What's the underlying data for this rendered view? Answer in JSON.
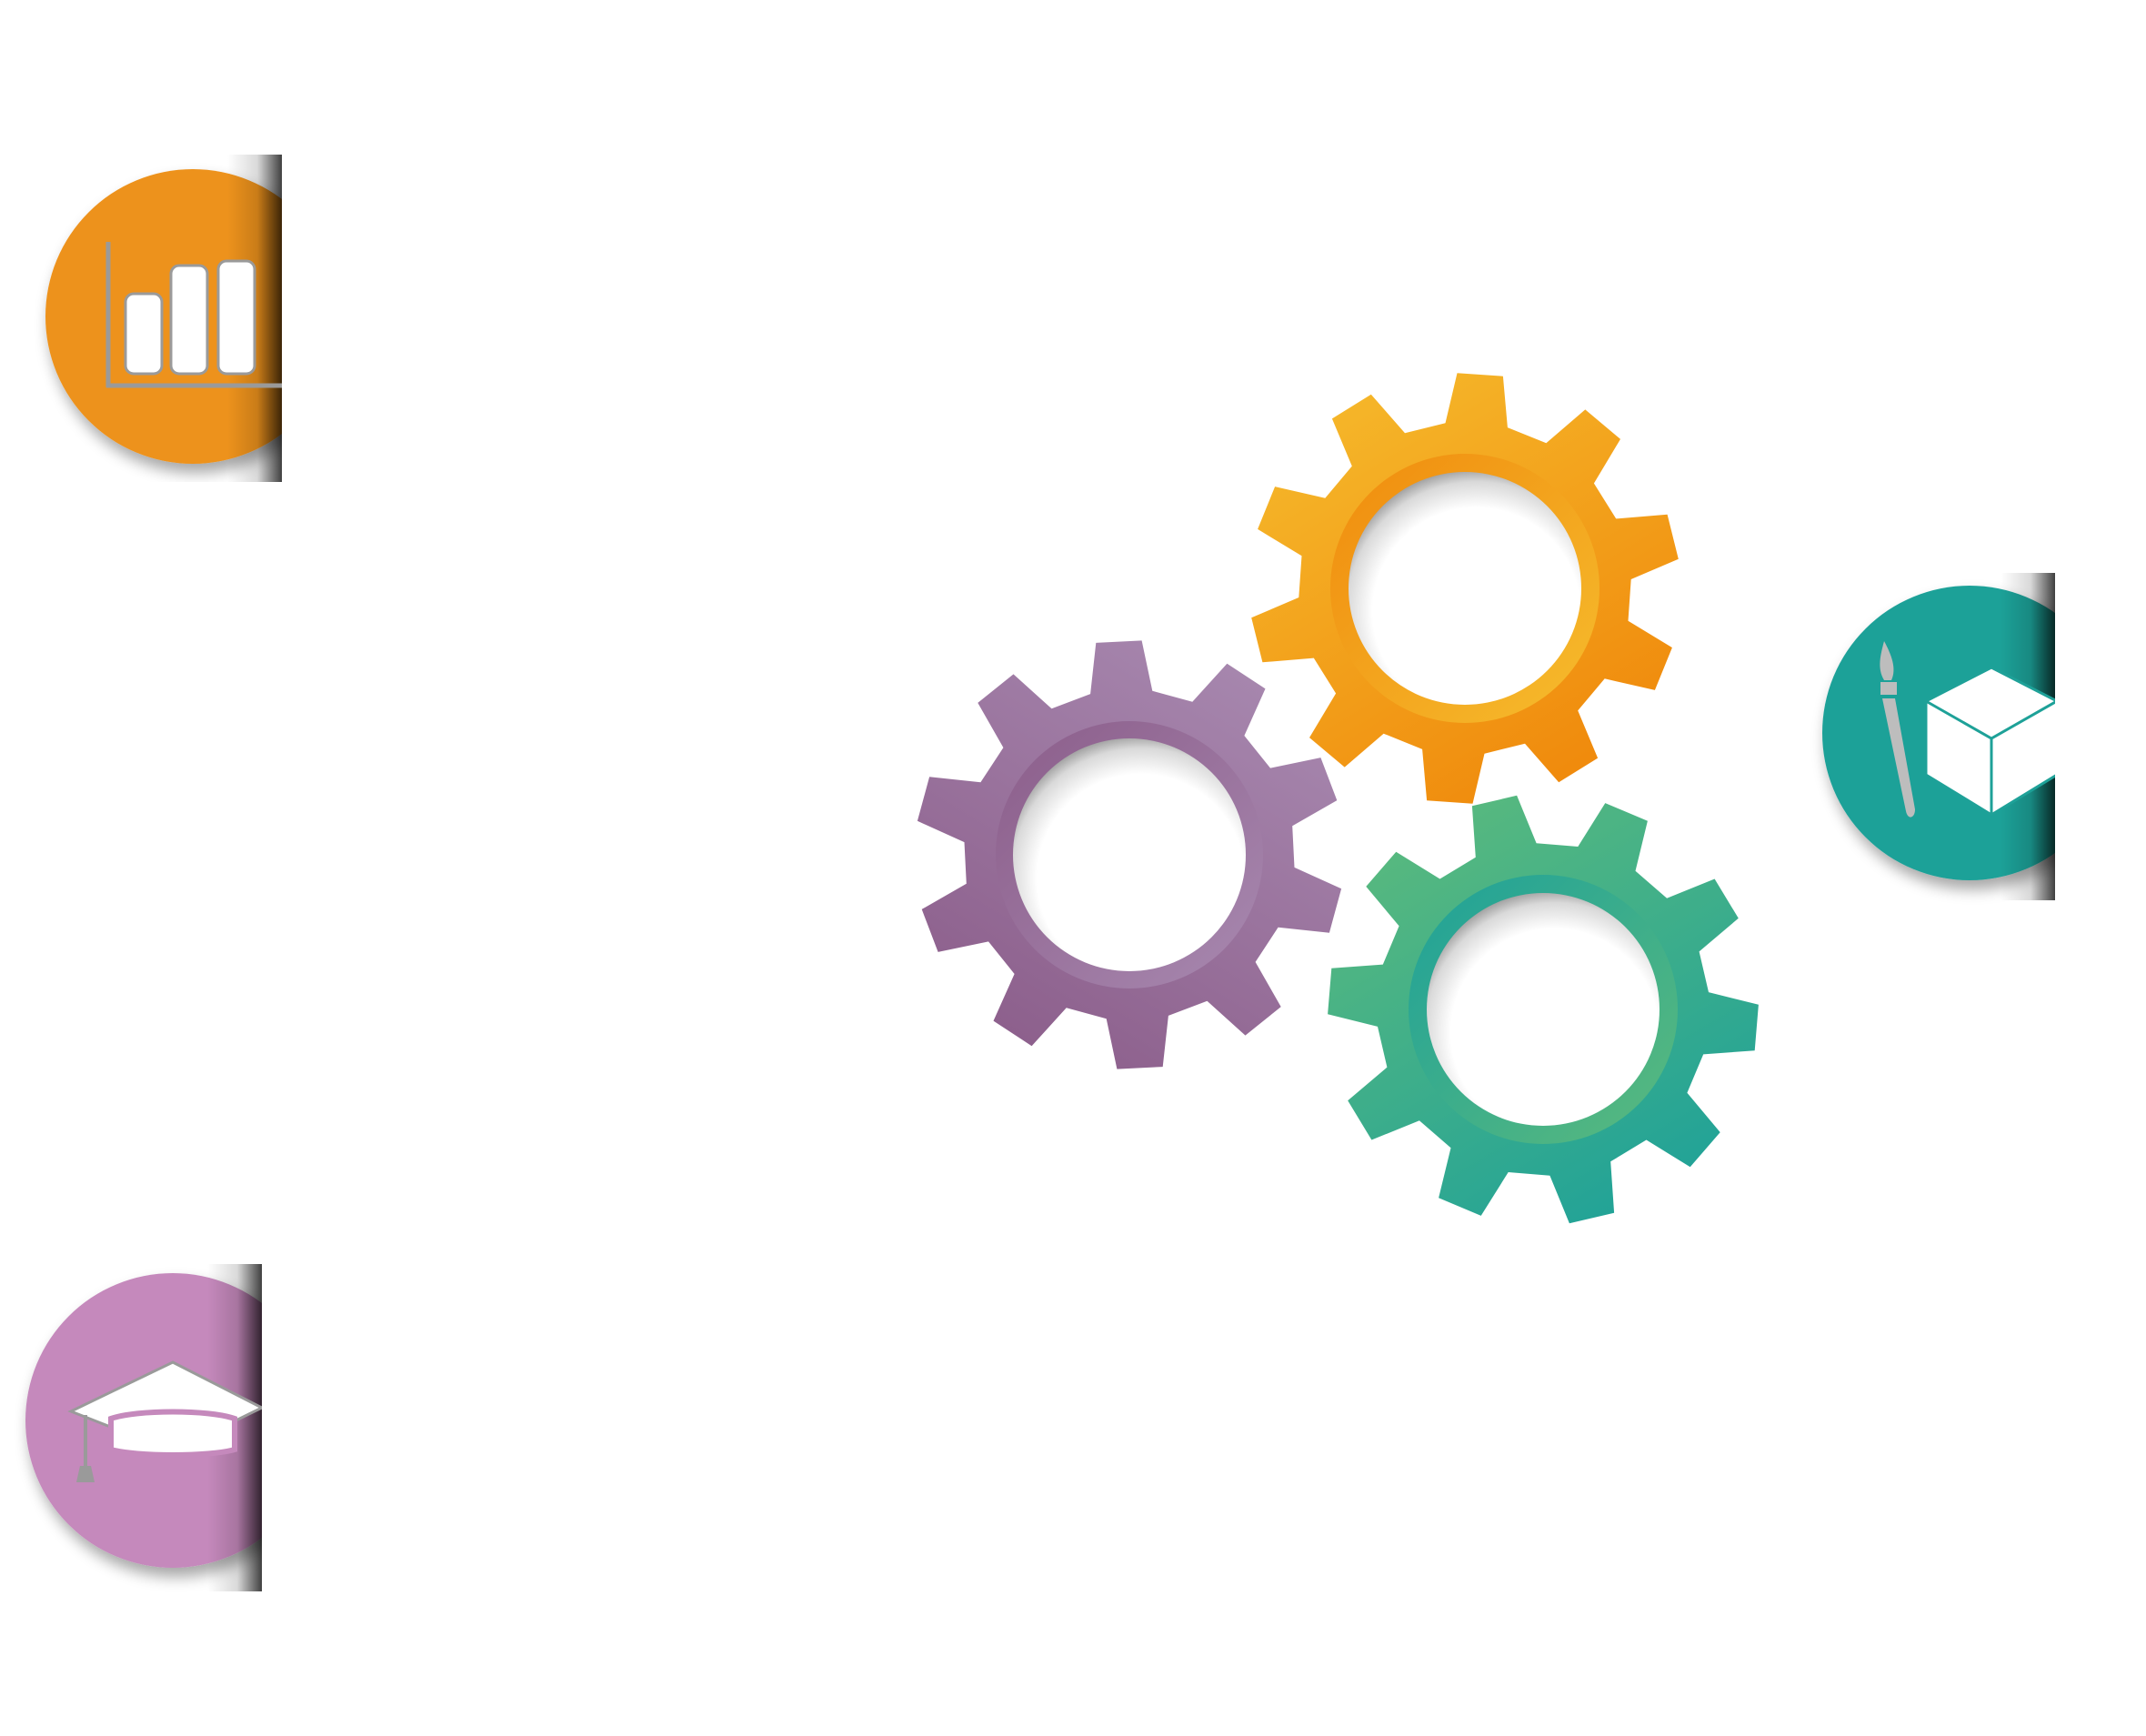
{
  "colors": {
    "background": "#ffffff",
    "orange": "#ed921e",
    "teal": "#1ea198",
    "pink": "#c589bc",
    "yellow_light": "#f6bd2e",
    "yellow_dark": "#f08b0d",
    "purple_light": "#a889b0",
    "purple_dark": "#8b5d8a",
    "green_light": "#5bba7d",
    "green_dark": "#1ea199",
    "icon_grey": "#9a9a9a"
  },
  "badges": [
    {
      "name": "chart-badge",
      "icon": "bar-chart-icon",
      "color": "orange"
    },
    {
      "name": "design-badge",
      "icon": "brush-cube-icon",
      "color": "teal"
    },
    {
      "name": "education-badge",
      "icon": "graduation-cap-icon",
      "color": "pink"
    }
  ],
  "gears": [
    {
      "name": "yellow-gear",
      "teeth": 10,
      "color_light": "yellow_light",
      "color_dark": "yellow_dark"
    },
    {
      "name": "purple-gear",
      "teeth": 10,
      "color_light": "purple_light",
      "color_dark": "purple_dark"
    },
    {
      "name": "green-gear",
      "teeth": 10,
      "color_light": "green_light",
      "color_dark": "green_dark"
    }
  ]
}
